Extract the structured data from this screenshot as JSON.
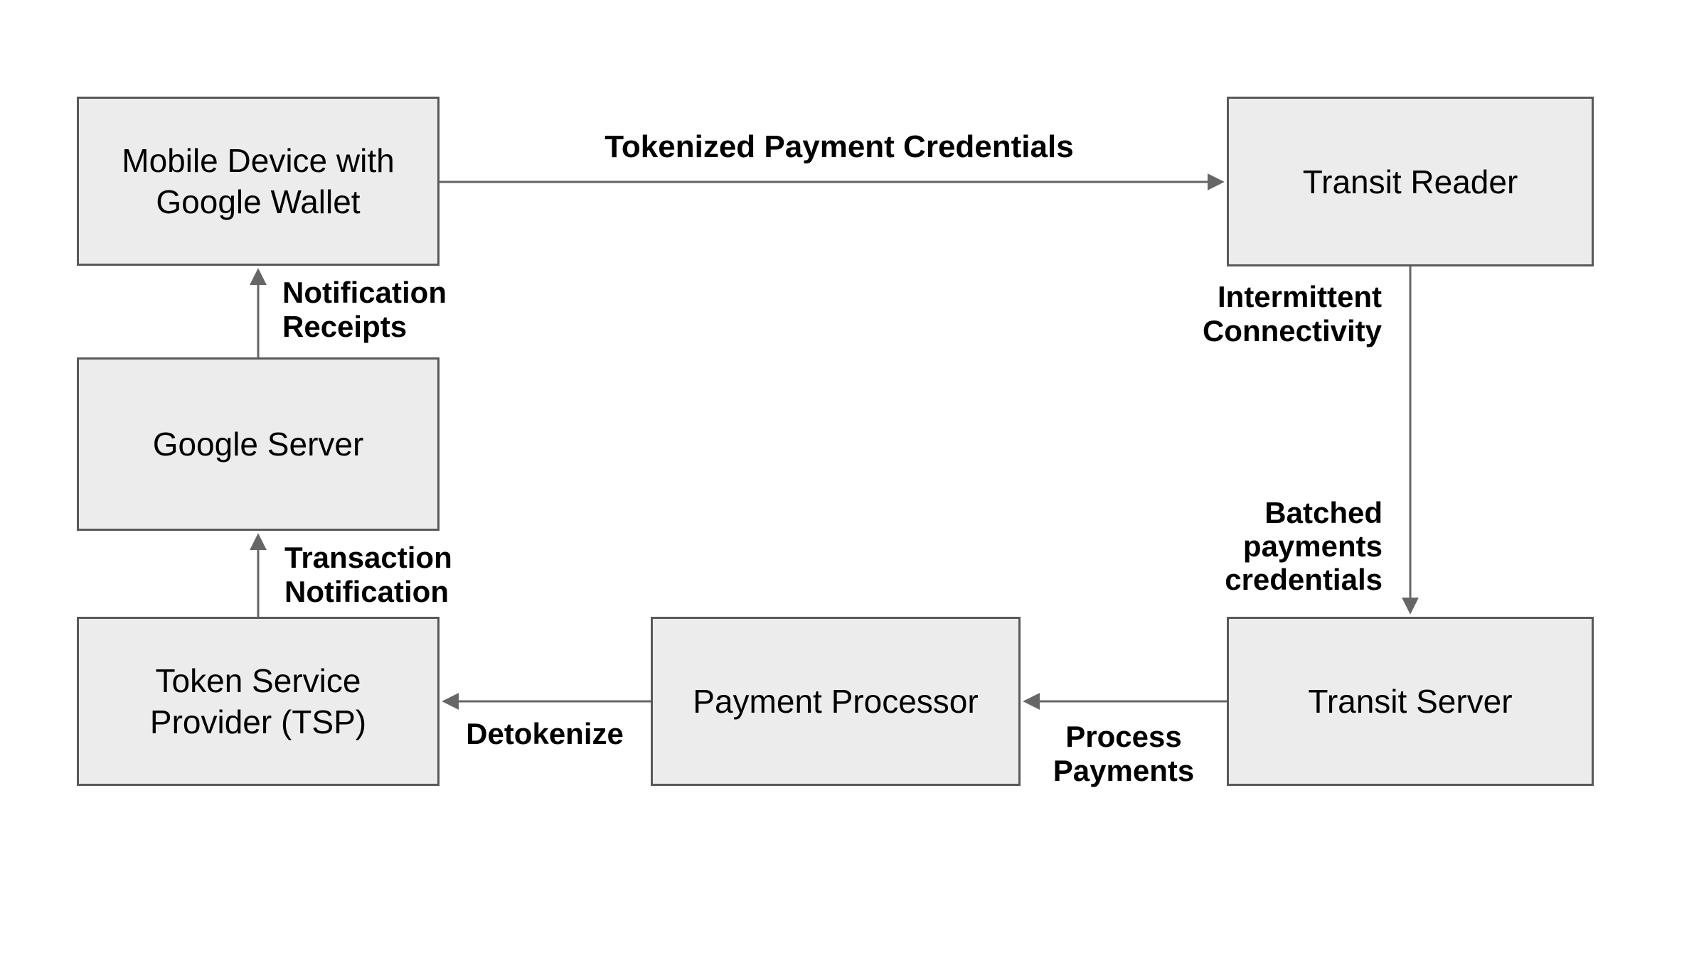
{
  "diagram": {
    "colors": {
      "background": "#ffffff",
      "node_fill": "#ececec",
      "node_border": "#595959",
      "arrow": "#666666",
      "text": "#000000"
    },
    "nodes": {
      "mobile": {
        "label": "Mobile Device with\nGoogle Wallet"
      },
      "transit_reader": {
        "label": "Transit Reader"
      },
      "google_server": {
        "label": "Google Server"
      },
      "tsp": {
        "label": "Token Service\nProvider (TSP)"
      },
      "payment_processor": {
        "label": "Payment Processor"
      },
      "transit_server": {
        "label": "Transit Server"
      }
    },
    "edge_labels": {
      "tokenized": "Tokenized Payment Credentials",
      "intermittent": "Intermittent\nConnectivity",
      "batched": "Batched\npayments\ncredentials",
      "process": "Process\nPayments",
      "detokenize": "Detokenize",
      "transaction": "Transaction\nNotification",
      "receipts": "Notification\nReceipts"
    }
  }
}
